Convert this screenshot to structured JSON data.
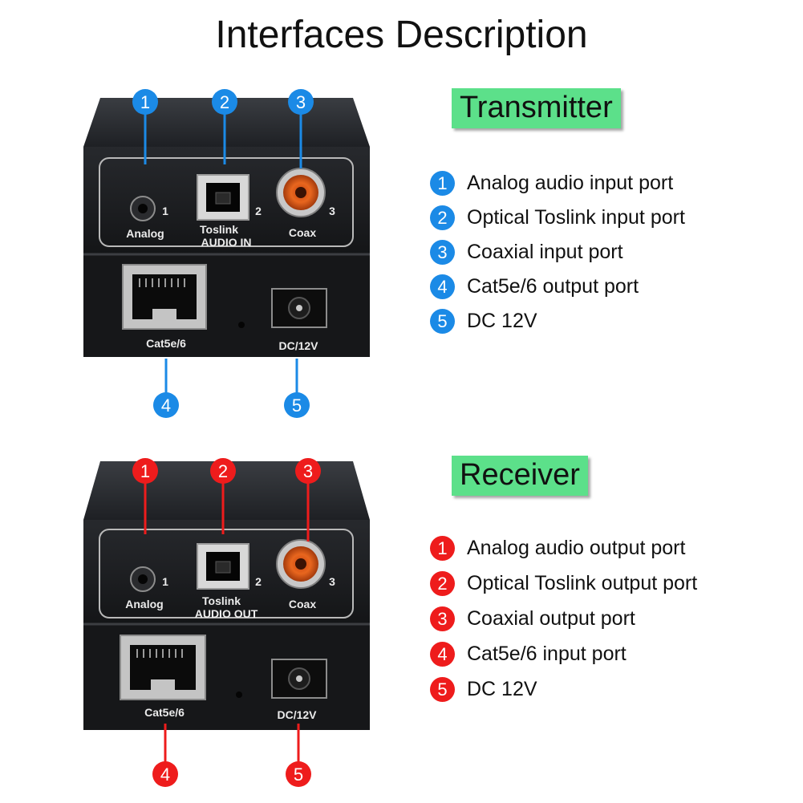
{
  "title": "Interfaces Description",
  "colors": {
    "transmitter_marker": "#1b8ae6",
    "receiver_marker": "#ee1c1c",
    "label_background": "#5ce08a"
  },
  "transmitter": {
    "label": "Transmitter",
    "audio_panel_label": "AUDIO  IN",
    "ports": {
      "analog_label": "Analog",
      "analog_num": "1",
      "toslink_label": "Toslink",
      "toslink_num": "2",
      "coax_label": "Coax",
      "coax_num": "3",
      "cat_label": "Cat5e/6",
      "dc_label": "DC/12V"
    },
    "callouts": [
      "1",
      "2",
      "3",
      "4",
      "5"
    ],
    "items": [
      {
        "num": "1",
        "text": "Analog audio input port"
      },
      {
        "num": "2",
        "text": "Optical Toslink input port"
      },
      {
        "num": "3",
        "text": "Coaxial input port"
      },
      {
        "num": "4",
        "text": "Cat5e/6 output port"
      },
      {
        "num": "5",
        "text": "DC 12V"
      }
    ]
  },
  "receiver": {
    "label": "Receiver",
    "audio_panel_label": "AUDIO  OUT",
    "ports": {
      "analog_label": "Analog",
      "analog_num": "1",
      "toslink_label": "Toslink",
      "toslink_num": "2",
      "coax_label": "Coax",
      "coax_num": "3",
      "cat_label": "Cat5e/6",
      "dc_label": "DC/12V"
    },
    "callouts": [
      "1",
      "2",
      "3",
      "4",
      "5"
    ],
    "items": [
      {
        "num": "1",
        "text": "Analog audio output port"
      },
      {
        "num": "2",
        "text": "Optical Toslink output port"
      },
      {
        "num": "3",
        "text": "Coaxial output port"
      },
      {
        "num": "4",
        "text": "Cat5e/6 input port"
      },
      {
        "num": "5",
        "text": "DC 12V"
      }
    ]
  }
}
